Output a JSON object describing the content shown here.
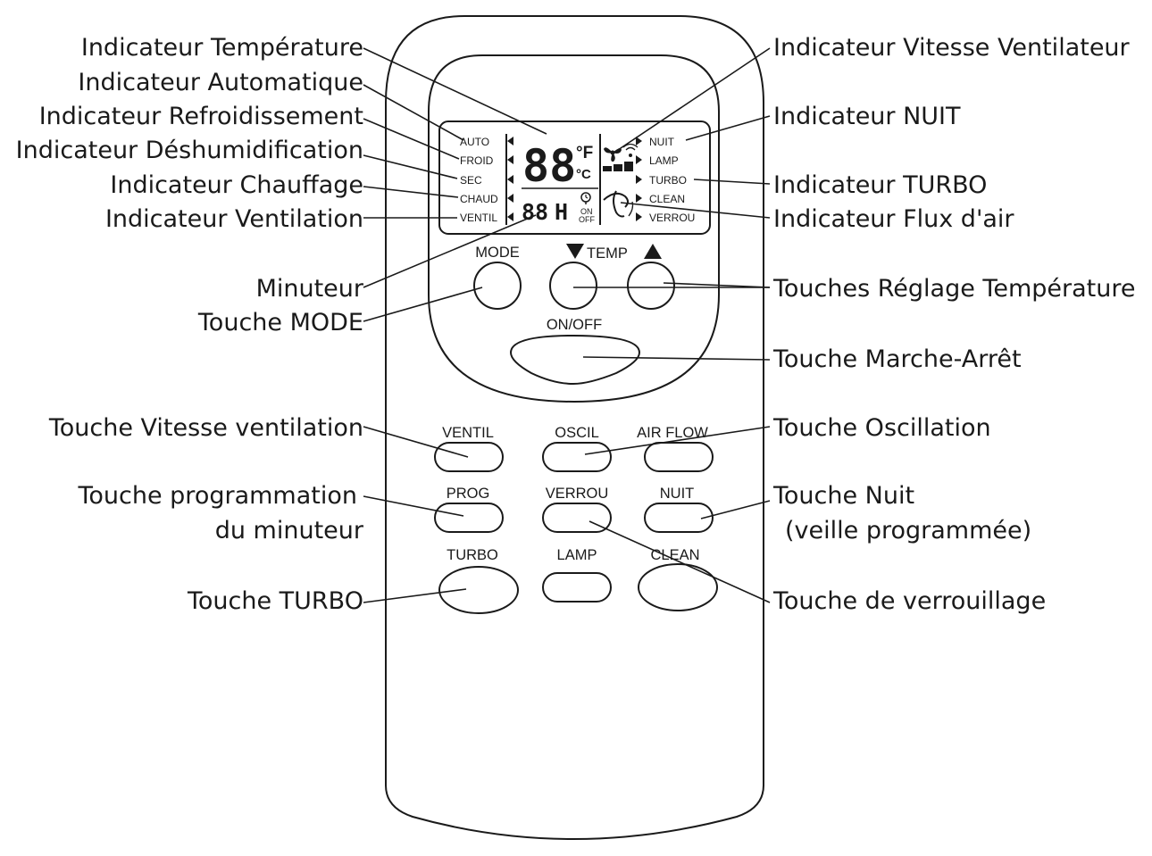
{
  "display": {
    "left_modes": [
      "AUTO",
      "FROID",
      "SEC",
      "CHAUD",
      "VENTIL"
    ],
    "right_modes": [
      "NUIT",
      "LAMP",
      "TURBO",
      "CLEAN",
      "VERROU"
    ],
    "temp_digits": "88",
    "unit_f": "°F",
    "unit_c": "°C",
    "timer_digits": "88",
    "timer_unit": "H",
    "timer_on": "ON",
    "timer_off": "OFF"
  },
  "buttons": {
    "mode": "MODE",
    "temp": "TEMP",
    "onoff": "ON/OFF",
    "ventil": "VENTIL",
    "oscil": "OSCIL",
    "airflow": "AIR FLOW",
    "prog": "PROG",
    "verrou": "VERROU",
    "nuit": "NUIT",
    "turbo": "TURBO",
    "lamp": "LAMP",
    "clean": "CLEAN"
  },
  "callouts_left": {
    "temperature": "Indicateur Température",
    "automatique": "Indicateur Automatique",
    "refroidissement": "Indicateur Refroidissement",
    "deshumidification": "Indicateur Déshumidification",
    "chauffage": "Indicateur Chauffage",
    "ventilation": "Indicateur Ventilation",
    "minuteur": "Minuteur",
    "touche_mode": "Touche MODE",
    "vitesse_ventilation": "Touche Vitesse ventilation",
    "programmation_1": "Touche programmation",
    "programmation_2": "du minuteur",
    "touche_turbo": "Touche TURBO"
  },
  "callouts_right": {
    "vitesse_ventilateur": "Indicateur Vitesse Ventilateur",
    "nuit": "Indicateur NUIT",
    "turbo": "Indicateur TURBO",
    "flux_air": "Indicateur Flux d'air",
    "reglage_temperature": "Touches Réglage Température",
    "marche_arret": "Touche Marche-Arrêt",
    "oscillation": "Touche Oscillation",
    "nuit_touche_1": "Touche Nuit",
    "nuit_touche_2": "(veille programmée)",
    "verrouillage": "Touche de verrouillage"
  }
}
